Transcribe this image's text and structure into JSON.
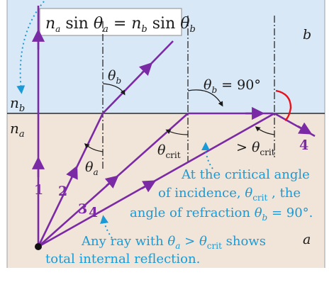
{
  "labels": {
    "equation": {
      "n1": "n",
      "s1": "a",
      "sin1": " sin ",
      "th1": "θ",
      "ts1": "a",
      "eq": " = ",
      "n2": "n",
      "s2": "b",
      "sin2": " sin ",
      "th2": "θ",
      "ts2": "b"
    },
    "medium_b": "b",
    "medium_a": "a",
    "nb": {
      "main": "n",
      "sub": "b"
    },
    "na": {
      "main": "n",
      "sub": "a"
    },
    "theta_b": {
      "main": "θ",
      "sub": "b"
    },
    "theta_a": {
      "main": "θ",
      "sub": "a"
    },
    "theta_b_90": {
      "main": "θ",
      "sub": "b",
      "rest": " = 90°"
    },
    "theta_crit": {
      "main": "θ",
      "sub": "crit"
    },
    "gt_theta_crit": {
      "pre": "> ",
      "main": "θ",
      "sub": "crit"
    },
    "ray_numbers": [
      "1",
      "2",
      "3",
      "4",
      "4"
    ],
    "annotation_critical": {
      "line1": "At the critical angle",
      "line2_pre": "of incidence, ",
      "line2_th": "θ",
      "line2_sub": "crit",
      "line2_post": " , the",
      "line3_pre": "angle of refraction ",
      "line3_th": "θ",
      "line3_sub": "b",
      "line3_post": " = 90°."
    },
    "annotation_tir": {
      "line1_pre": "Any ray with ",
      "line1_th": "θ",
      "line1_sub": "a",
      "line1_post": " > ",
      "line1_th2": "θ",
      "line1_sub2": "crit",
      "line1_end": " shows",
      "line2": "total internal reflection."
    }
  },
  "colors": {
    "medium_b": "#d9e8f6",
    "medium_a": "#f1e4d8",
    "ray": "#7b2aa5",
    "annotation": "#1a9ad6",
    "dotted_arrow": "#1a9ad6",
    "arc_red": "#e8101a",
    "text": "#1a1a1a",
    "frame": "#3a3a3a"
  }
}
